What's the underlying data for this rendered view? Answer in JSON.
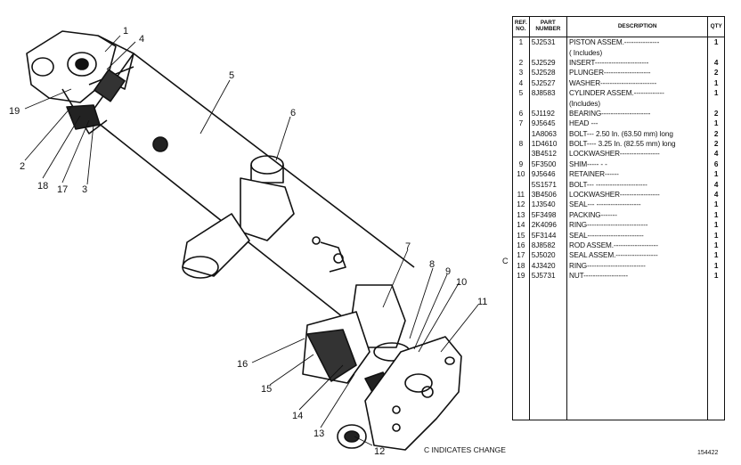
{
  "table": {
    "headers": {
      "ref_line1": "REF.",
      "ref_line2": "NO.",
      "part_line1": "PART",
      "part_line2": "NUMBER",
      "description": "DESCRIPTION",
      "qty": "QTY"
    },
    "rows": [
      {
        "ref": "1",
        "part": "5J2531",
        "desc": "PISTON ASSEM.---------------",
        "qty": "1"
      },
      {
        "ref": "",
        "part": "",
        "desc": "     ( Includes)",
        "qty": ""
      },
      {
        "ref": "2",
        "part": "5J2529",
        "desc": "     INSERT-----------------------",
        "qty": "4"
      },
      {
        "ref": "3",
        "part": "5J2528",
        "desc": "     PLUNGER--------------------",
        "qty": "2"
      },
      {
        "ref": "4",
        "part": "5J2527",
        "desc": "WASHER------------------------",
        "qty": "1"
      },
      {
        "ref": "5",
        "part": "8J8583",
        "desc": "CYLINDER ASSEM.-------------",
        "qty": "1"
      },
      {
        "ref": "",
        "part": "",
        "desc": "     (Includes)",
        "qty": ""
      },
      {
        "ref": "6",
        "part": "5J1192",
        "desc": "     BEARING---------------------",
        "qty": "2"
      },
      {
        "ref": "7",
        "part": "9J5645",
        "desc": "HEAD ---",
        "qty": "1"
      },
      {
        "ref": "",
        "part": "1A8063",
        "desc": "BOLT--- 2.50 In. (63.50 mm) long",
        "qty": "2"
      },
      {
        "ref": "8",
        "part": "1D4610",
        "desc": "BOLT---- 3.25 In. (82.55 mm) long",
        "qty": "2"
      },
      {
        "ref": "",
        "part": "3B4512",
        "desc": "LOCKWASHER-----------------",
        "qty": "4"
      },
      {
        "ref": "9",
        "part": "5F3500",
        "desc": "SHIM----- -     -",
        "qty": "6"
      },
      {
        "ref": "10",
        "part": "9J5646",
        "desc": "RETAINER------",
        "qty": "1"
      },
      {
        "ref": "",
        "part": "5S1571",
        "desc": "BOLT--- ----------------------",
        "qty": "4"
      },
      {
        "ref": "11",
        "part": "3B4506",
        "desc": "LOCKWASHER-----------------",
        "qty": "4"
      },
      {
        "ref": "12",
        "part": "1J3540",
        "desc": "SEAL--- -------------------",
        "qty": "1"
      },
      {
        "ref": "13",
        "part": "5F3498",
        "desc": "PACKING-------",
        "qty": "1"
      },
      {
        "ref": "14",
        "part": "2K4096",
        "desc": "RING--------------------------",
        "qty": "1"
      },
      {
        "ref": "15",
        "part": "5F3144",
        "desc": "SEAL------------------------",
        "qty": "1"
      },
      {
        "ref": "16",
        "part": "8J8582",
        "desc": "ROD ASSEM.-------------------",
        "qty": "1"
      },
      {
        "ref": "17",
        "part": "5J5020",
        "desc": "SEAL ASSEM.------------------",
        "qty": "1"
      },
      {
        "ref": "18",
        "part": "4J3420",
        "desc": "RING-------------------------",
        "qty": "1"
      },
      {
        "ref": "19",
        "part": "5J5731",
        "desc": "NUT-------------------",
        "qty": "1"
      }
    ]
  },
  "change_mark": "C",
  "footnote": "C INDICATES CHANGE",
  "plate_number": "154422",
  "callouts": [
    "1",
    "2",
    "3",
    "4",
    "5",
    "6",
    "7",
    "8",
    "9",
    "10",
    "11",
    "12",
    "13",
    "14",
    "15",
    "16",
    "17",
    "18",
    "19"
  ]
}
